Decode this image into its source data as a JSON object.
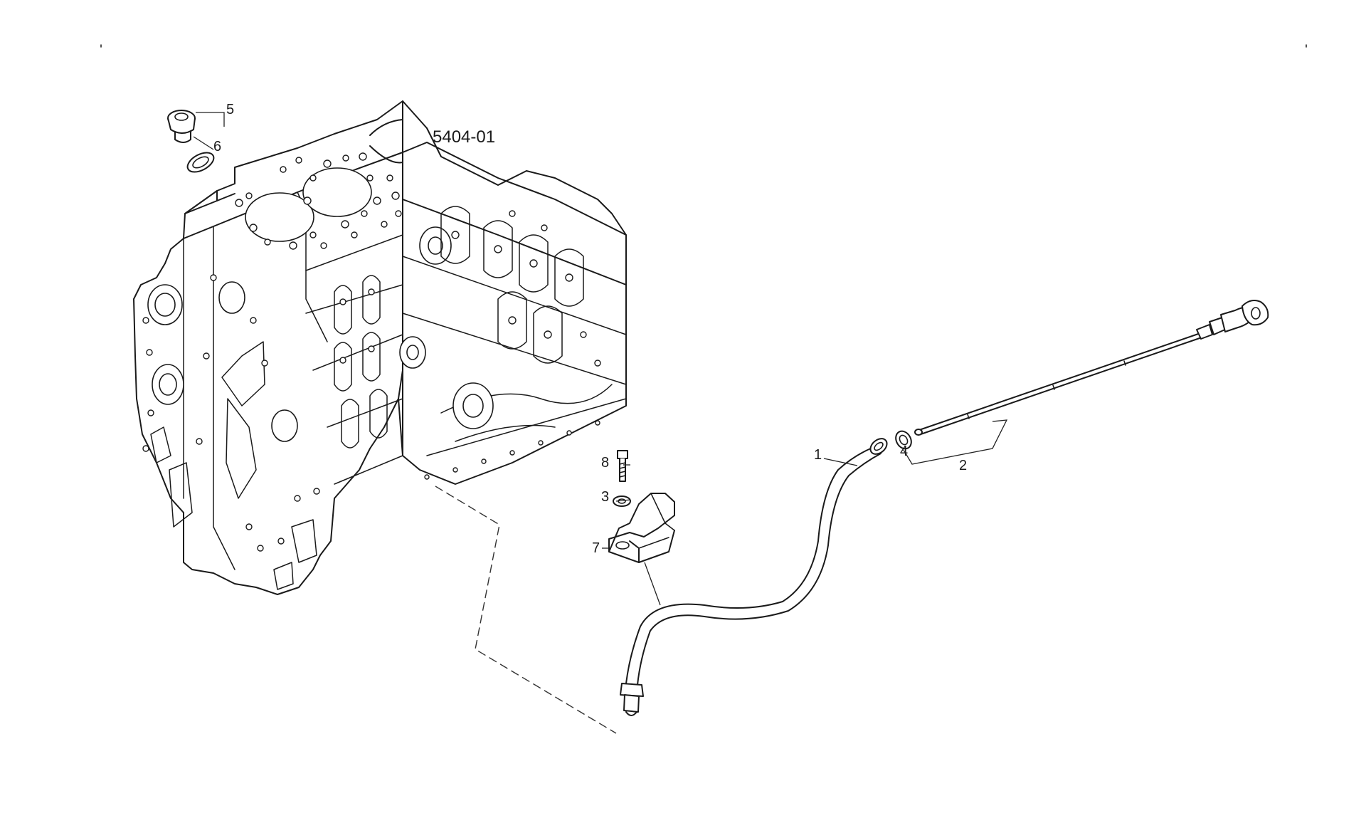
{
  "figure_code": "5404-01",
  "callouts": [
    {
      "id": "c1",
      "text": "1"
    },
    {
      "id": "c2",
      "text": "2"
    },
    {
      "id": "c3",
      "text": "3"
    },
    {
      "id": "c4",
      "text": "4"
    },
    {
      "id": "c5",
      "text": "5"
    },
    {
      "id": "c6",
      "text": "6"
    },
    {
      "id": "c7",
      "text": "7"
    },
    {
      "id": "c8",
      "text": "8"
    }
  ],
  "colors": {
    "line": "#1a1a1a",
    "background": "#ffffff"
  }
}
